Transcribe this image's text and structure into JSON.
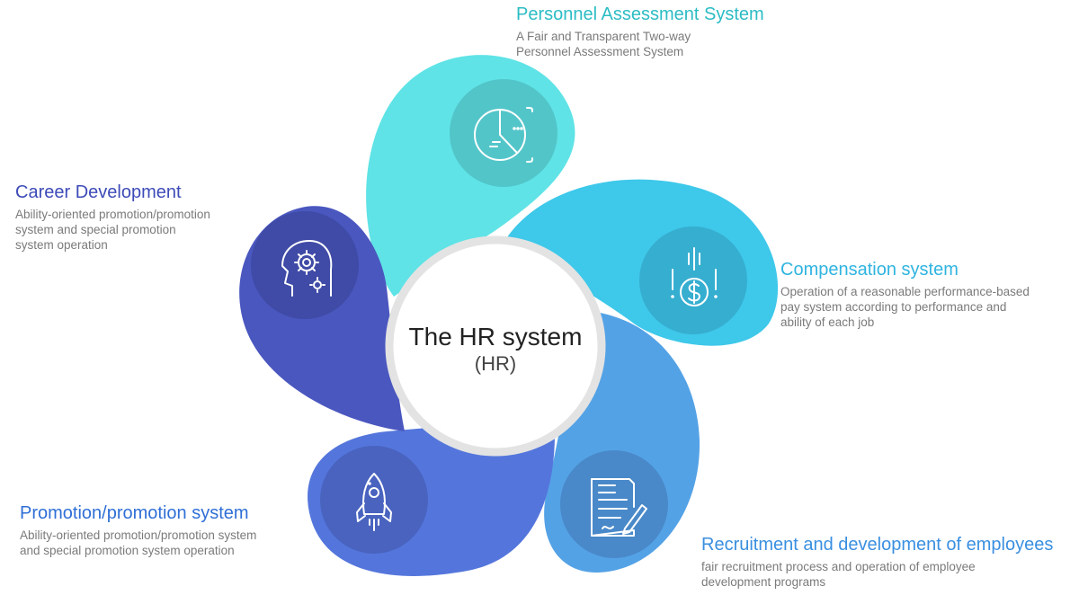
{
  "center": {
    "title": "The HR system",
    "subtitle": "(HR)"
  },
  "segments": [
    {
      "key": "personnel",
      "title": "Personnel Assessment System",
      "description": "A Fair and Transparent Two-way\nPersonnel Assessment System",
      "color": "#5fe3e6",
      "icon_bg": "#52c5c9",
      "title_color": "#2cbcc4",
      "icon": "pie-chart-icon"
    },
    {
      "key": "compensation",
      "title": "Compensation system",
      "description": "Operation of a reasonable performance-based\npay system according to performance and\nability of each job",
      "color": "#3ec8ea",
      "icon_bg": "#36aed0",
      "title_color": "#2fb4e0",
      "icon": "dollar-coin-icon"
    },
    {
      "key": "recruitment",
      "title": "Recruitment and development of employees",
      "description": "fair recruitment process and operation of employee\ndevelopment programs",
      "color": "#54a2e6",
      "icon_bg": "#4989c9",
      "title_color": "#3a8fe0",
      "icon": "contract-document-icon"
    },
    {
      "key": "promotion",
      "title": "Promotion/promotion system",
      "description": "Ability-oriented promotion/promotion system\nand special promotion system operation",
      "color": "#5476dc",
      "icon_bg": "#4963bf",
      "title_color": "#2f6fd6",
      "icon": "rocket-icon"
    },
    {
      "key": "career",
      "title": "Career Development",
      "description": "Ability-oriented promotion/promotion\nsystem and special promotion\nsystem operation",
      "color": "#4a57bf",
      "icon_bg": "#3f4ba6",
      "title_color": "#3d4bb8",
      "icon": "head-gears-icon"
    }
  ]
}
